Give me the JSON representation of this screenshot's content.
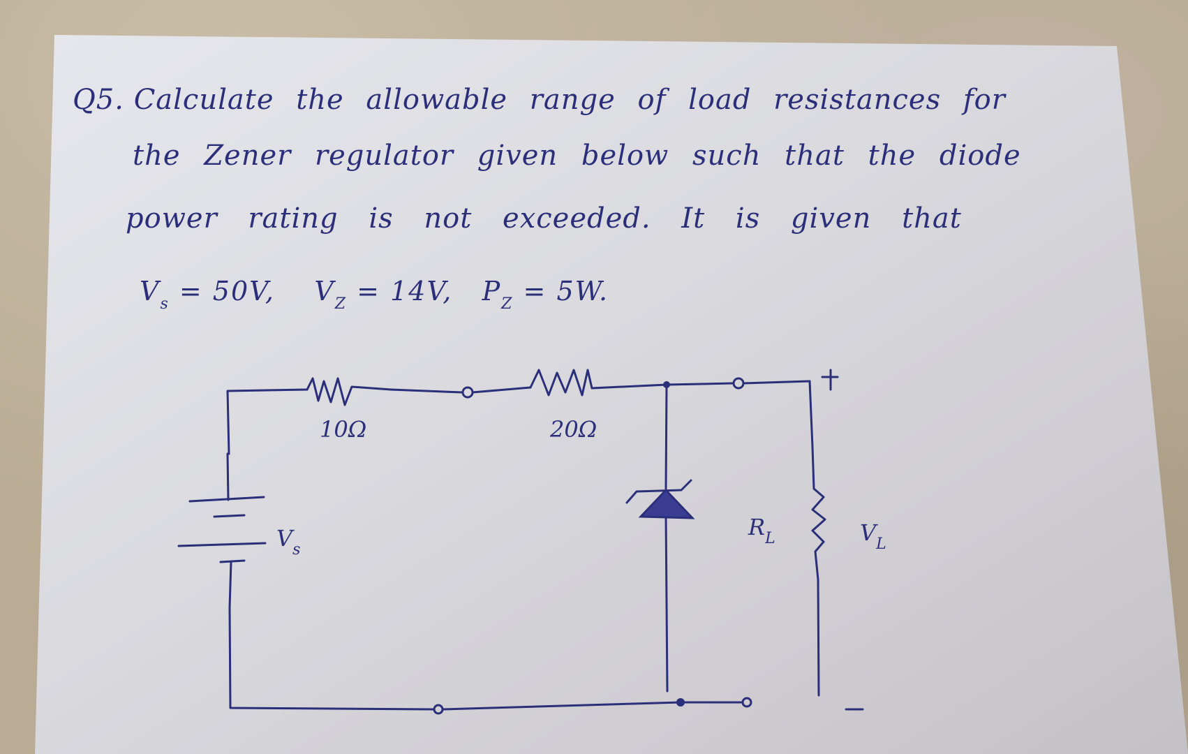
{
  "question": {
    "number": "Q5.",
    "line1": "Calculate the allowable range of load resistances for",
    "line2": "the Zener regulator given below such that the diode",
    "line3": "power rating is not exceeded. It is given that",
    "given": {
      "vs_symbol": "V",
      "vs_sub": "s",
      "vs_value": "= 50V,",
      "vz_symbol": "V",
      "vz_sub": "Z",
      "vz_value": "= 14V,",
      "pz_symbol": "P",
      "pz_sub": "Z",
      "pz_value": "= 5W."
    }
  },
  "circuit": {
    "source_label": "V",
    "source_sub": "s",
    "r1_label": "10Ω",
    "r2_label": "20Ω",
    "load_label": "R",
    "load_sub": "L",
    "vl_label": "V",
    "vl_sub": "L",
    "plus_sign": "+",
    "minus_sign": "−",
    "ink_color": "#2b2e78",
    "paper_color": "#d9d9de"
  }
}
